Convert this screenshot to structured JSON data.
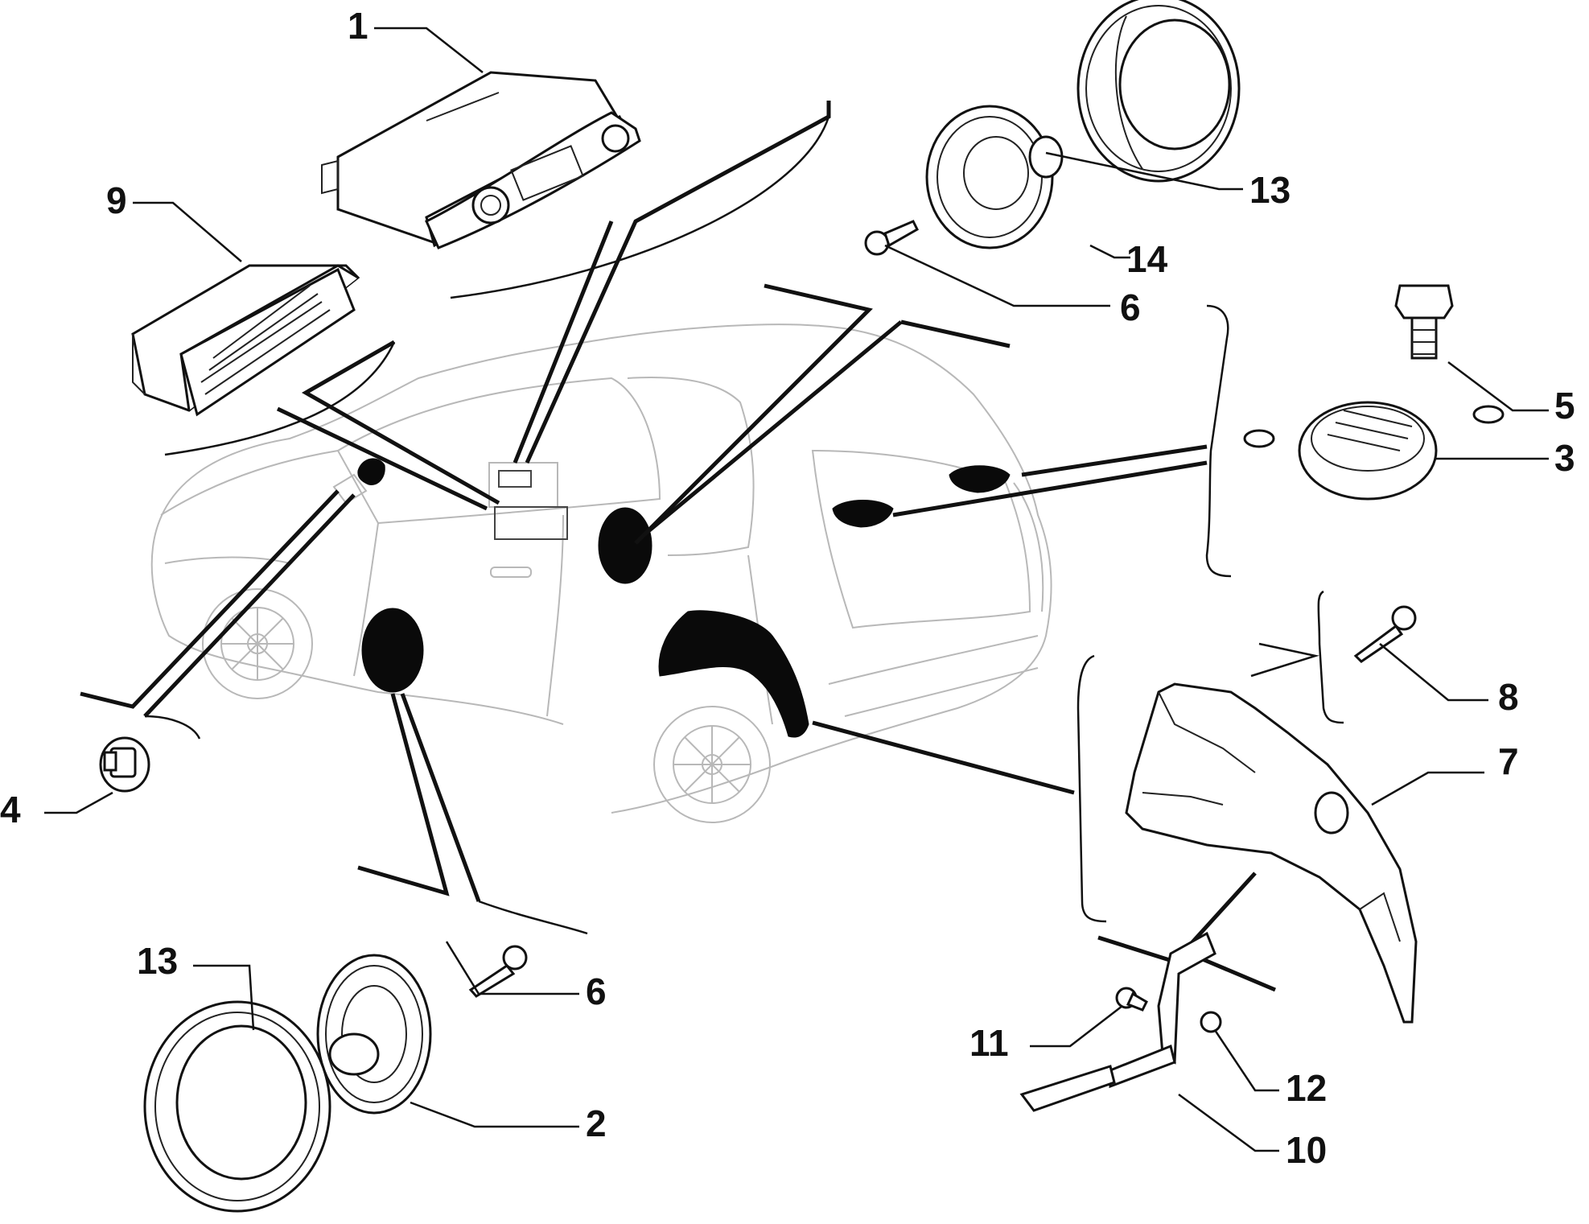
{
  "diagram": {
    "colors": {
      "line": "#111111",
      "car_outline": "#b8b8b8",
      "background": "#ffffff"
    },
    "callouts": {
      "c1": "1",
      "c2": "2",
      "c3": "3",
      "c4": "4",
      "c5": "5",
      "c6a": "6",
      "c6b": "6",
      "c7": "7",
      "c8": "8",
      "c9": "9",
      "c10": "10",
      "c11": "11",
      "c12": "12",
      "c13a": "13",
      "c13b": "13",
      "c14": "14"
    },
    "icons": [
      "car-radio-icon",
      "radio-cover-icon",
      "front-door-speaker-icon",
      "rear-speaker-icon",
      "tweeter-icon",
      "screw-icon",
      "speaker-ring-icon",
      "wheel-arch-liner-icon",
      "bracket-icon",
      "car-outline-icon"
    ]
  }
}
